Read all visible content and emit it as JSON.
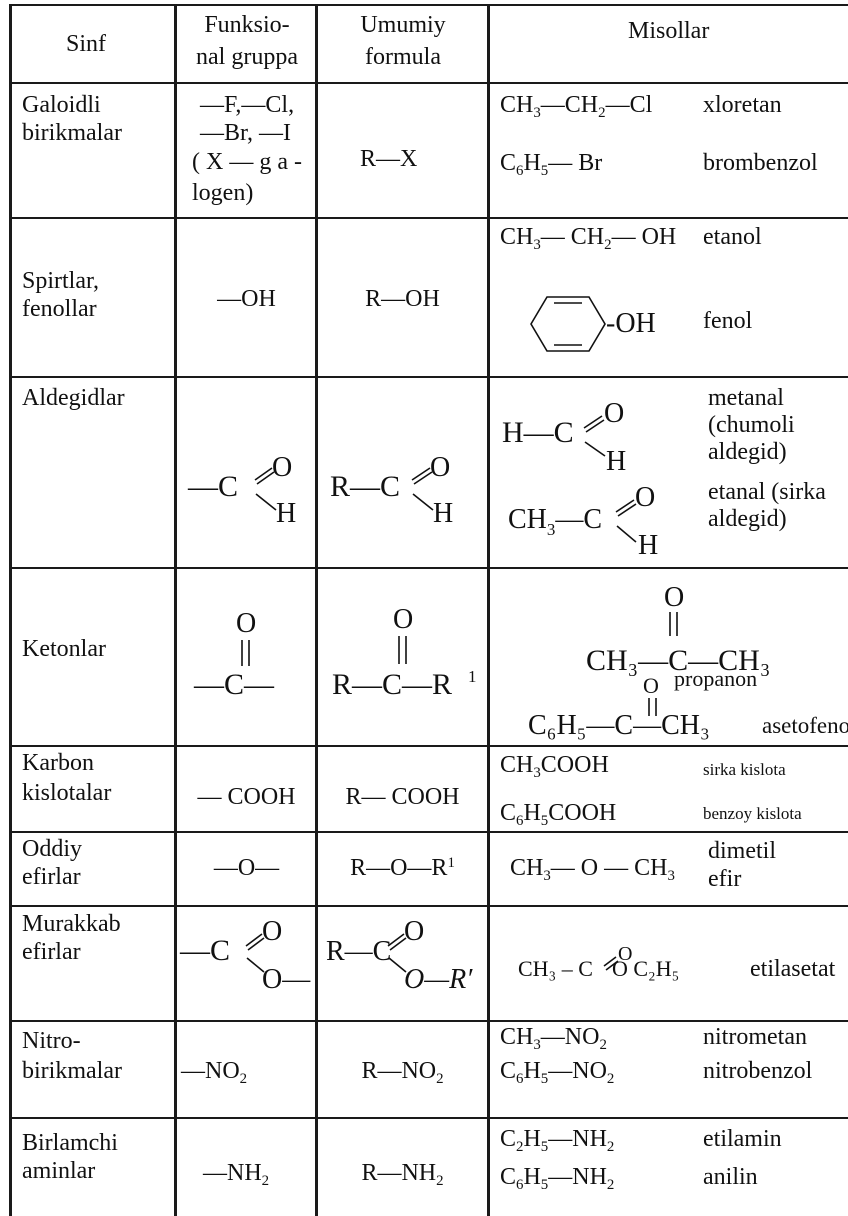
{
  "headers": {
    "sinf": "Sinf",
    "funk_1": "Funksio-",
    "funk_2": "nal gruppa",
    "umumiy_1": "Umumiy",
    "umumiy_2": "formula",
    "misollar": "Misollar"
  },
  "rows": [
    {
      "sinf": [
        "Galoidli",
        "birikmalar"
      ],
      "group": [
        "—F,—Cl,",
        "—Br, —I",
        "( X — g a -",
        "logen)"
      ],
      "formula": "R—X",
      "examples": [
        {
          "formula_main": [
            "CH",
            "—CH",
            "—Cl"
          ],
          "subs": [
            "3",
            "2"
          ],
          "name": "xloretan"
        },
        {
          "formula_main": [
            "C",
            "H",
            "— Br"
          ],
          "subs": [
            "6",
            "5"
          ],
          "name": "brombenzol"
        }
      ]
    },
    {
      "sinf": [
        "Spirtlar,",
        "fenollar"
      ],
      "group": "—OH",
      "formula": "R—OH",
      "examples": [
        {
          "formula_main": [
            "CH",
            "— CH",
            "— OH"
          ],
          "subs": [
            "3",
            "2"
          ],
          "name": "etanol"
        },
        {
          "ring_suffix": "-OH",
          "name": "fenol"
        }
      ]
    },
    {
      "sinf": [
        "Aldegidlar"
      ],
      "group_prefix": "—C",
      "group_o": "O",
      "group_h": "H",
      "formula_prefix": "R—C",
      "examples": [
        {
          "prefix": "H—C",
          "name": [
            "metanal",
            "(chumoli",
            "aldegid)"
          ]
        },
        {
          "prefix": "CH",
          "prefix_sub": "3",
          "prefix_tail": "—C",
          "name": [
            "etanal (sirka",
            "aldegid)"
          ]
        }
      ]
    },
    {
      "sinf": [
        "Ketonlar"
      ],
      "group_top": "O",
      "group_main": "—C—",
      "formula_top": "O",
      "formula_main": "R—C—R",
      "formula_sup": "1",
      "examples": [
        {
          "top": "O",
          "main": "CH₃—C—CH₃",
          "name": "propanon"
        },
        {
          "top": "O",
          "main": "C₆H₅—C—CH₃",
          "name": "asetofenon"
        }
      ]
    },
    {
      "sinf": [
        "Karbon",
        "kislotalar"
      ],
      "group": "— COOH",
      "formula": "R— COOH",
      "examples": [
        {
          "formula_main": [
            "CH",
            "COOH"
          ],
          "subs": [
            "3"
          ],
          "name": "sirka kislota"
        },
        {
          "formula_main": [
            "C",
            "H",
            "COOH"
          ],
          "subs": [
            "6",
            "5"
          ],
          "name": "benzoy kislota"
        }
      ]
    },
    {
      "sinf": [
        "Oddiy",
        "efirlar"
      ],
      "group": "—O—",
      "formula": "R—O—R",
      "formula_sup": "1",
      "examples": [
        {
          "formula_main": [
            "CH",
            "— O — CH"
          ],
          "subs": [
            "3",
            "3"
          ],
          "name": [
            "dimetil",
            "efir"
          ]
        }
      ]
    },
    {
      "sinf": [
        "Murakkab",
        "efirlar"
      ],
      "group_prefix": "—C",
      "group_o": "O",
      "group_tail": "O—",
      "formula_prefix": "R—C",
      "formula_o": "O",
      "formula_tail": "O—R′",
      "examples": [
        {
          "text": "CH₃ – C",
          "o": "O",
          "tail": "O C₂H₅",
          "name": "etilasetat"
        }
      ]
    },
    {
      "sinf": [
        "Nitro-",
        "birikmalar"
      ],
      "group": "—NO",
      "group_sub": "2",
      "formula": "R—NO",
      "formula_sub": "2",
      "examples": [
        {
          "formula_main": [
            "CH",
            "—NO"
          ],
          "subs": [
            "3",
            "2"
          ],
          "name": "nitrometan"
        },
        {
          "formula_main": [
            "C",
            "H",
            "—NO"
          ],
          "subs": [
            "6",
            "5",
            "2"
          ],
          "name": "nitrobenzol"
        }
      ]
    },
    {
      "sinf": [
        "Birlamchi",
        "aminlar"
      ],
      "group": "—NH",
      "group_sub": "2",
      "formula": "R—NH",
      "formula_sub": "2",
      "examples": [
        {
          "formula_main": [
            "C",
            "H",
            "—NH"
          ],
          "subs": [
            "2",
            "5",
            "2"
          ],
          "name": "etilamin"
        },
        {
          "formula_main": [
            "C",
            "H",
            "—NH"
          ],
          "subs": [
            "6",
            "5",
            "2"
          ],
          "name": "anilin"
        }
      ]
    }
  ]
}
